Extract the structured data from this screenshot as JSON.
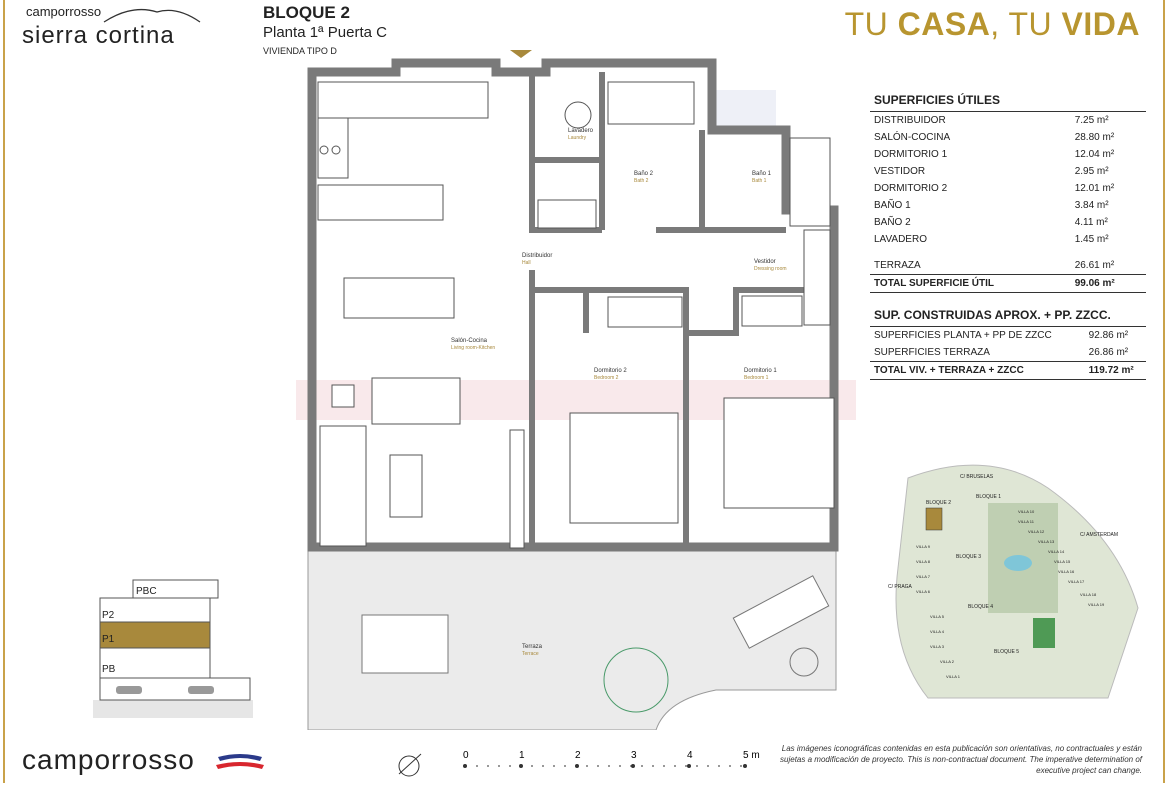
{
  "brand": {
    "top_small": "camporrosso",
    "top_big": "sierra cortina",
    "bottom": "camporrosso"
  },
  "header": {
    "block": "BLOQUE 2",
    "floor": "Planta 1ª Puerta C",
    "type": "VIVIENDA TIPO D"
  },
  "tagline": {
    "part1": "TU ",
    "part2": "CASA",
    "part3": ", TU ",
    "part4": "VIDA"
  },
  "superficies_utiles": {
    "title": "SUPERFICIES ÚTILES",
    "rows": [
      {
        "name": "DISTRIBUIDOR",
        "value": "7.25 m²"
      },
      {
        "name": "SALÓN-COCINA",
        "value": "28.80 m²"
      },
      {
        "name": "DORMITORIO 1",
        "value": "12.04 m²"
      },
      {
        "name": "VESTIDOR",
        "value": "2.95 m²"
      },
      {
        "name": "DORMITORIO 2",
        "value": "12.01 m²"
      },
      {
        "name": "BAÑO 1",
        "value": "3.84 m²"
      },
      {
        "name": "BAÑO 2",
        "value": "4.11 m²"
      },
      {
        "name": "LAVADERO",
        "value": "1.45 m²"
      },
      {
        "name": "TERRAZA",
        "value": "26.61 m²"
      }
    ],
    "total_label": "TOTAL SUPERFICIE ÚTIL",
    "total_value": "99.06 m²"
  },
  "sup_construidas": {
    "title": "SUP. CONSTRUIDAS APROX. + PP. ZZCC.",
    "rows": [
      {
        "name": "SUPERFICIES PLANTA + PP DE ZZCC",
        "value": "92.86 m²"
      },
      {
        "name": "SUPERFICIES TERRAZA",
        "value": "26.86 m²"
      }
    ],
    "total_label": "TOTAL VIV. + TERRAZA + ZZCC",
    "total_value": "119.72 m²"
  },
  "rooms": {
    "lavadero": "Lavadero",
    "lavadero_en": "Laundry",
    "bano2": "Baño 2",
    "bano2_en": "Bath 2",
    "bano1": "Baño 1",
    "bano1_en": "Bath 1",
    "distribuidor": "Distribuidor",
    "distribuidor_en": "Hall",
    "vestidor": "Vestidor",
    "vestidor_en": "Dressing room",
    "salon": "Salón-Cocina",
    "salon_en": "Living room-Kitchen",
    "dorm2": "Dormitorio 2",
    "dorm2_en": "Bedroom 2",
    "dorm1": "Dormitorio 1",
    "dorm1_en": "Bedroom 1",
    "terraza": "Terraza",
    "terraza_en": "Terrace"
  },
  "section_levels": [
    "PBC",
    "P2",
    "P1",
    "PB"
  ],
  "site_labels": {
    "streets": [
      "C/ BRUSELAS",
      "C/ AMSTERDAM",
      "C/ PRAGA"
    ],
    "blocks": [
      "BLOQUE 1",
      "BLOQUE 2",
      "BLOQUE 3",
      "BLOQUE 4",
      "BLOQUE 5"
    ],
    "villas": [
      "VILLA 1",
      "VILLA 2",
      "VILLA 3",
      "VILLA 4",
      "VILLA 5",
      "VILLA 6",
      "VILLA 7",
      "VILLA 8",
      "VILLA 9",
      "VILLA 10",
      "VILLA 11",
      "VILLA 12",
      "VILLA 13",
      "VILLA 14",
      "VILLA 15",
      "VILLA 16",
      "VILLA 17",
      "VILLA 18",
      "VILLA 19"
    ]
  },
  "scale": {
    "ticks": [
      "0",
      "1",
      "2",
      "3",
      "4",
      "5 m"
    ]
  },
  "disclaimer": "Las imágenes iconográficas contenidas en esta publicación son orientativas, no contractuales y están sujetas a modificación de proyecto. This is non-contractual document. The imperative determination of executive project can change.",
  "colors": {
    "gold": "#b8952f",
    "wall": "#7a7a7a",
    "floor_highlight": "#a8893c"
  }
}
